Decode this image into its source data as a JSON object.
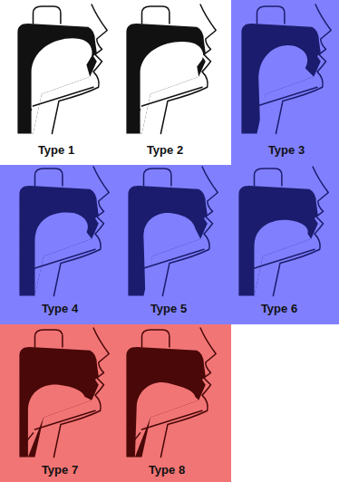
{
  "diagram": {
    "labels": [
      "Type 1",
      "Type 2",
      "Type 3",
      "Type 4",
      "Type 5",
      "Type 6",
      "Type 7",
      "Type 8"
    ]
  }
}
